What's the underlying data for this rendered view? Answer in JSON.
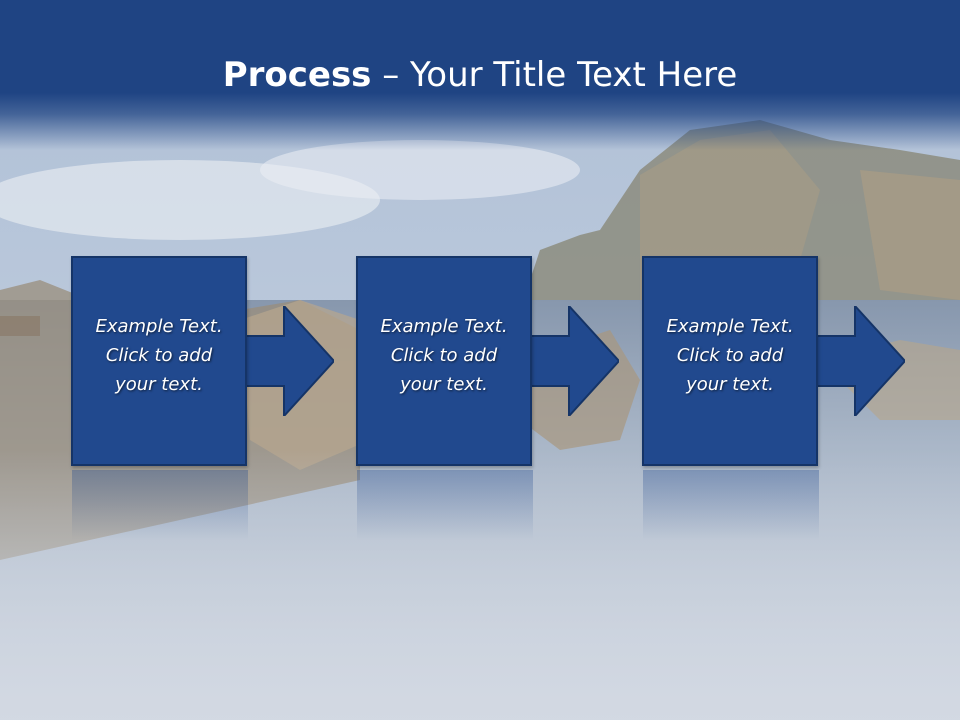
{
  "slide": {
    "title_bold": "Process",
    "title_rest": " – Your Title Text Here",
    "steps": [
      {
        "text": "Example Text.\nClick  to add\nyour text."
      },
      {
        "text": "Example Text.\nClick  to add\nyour text."
      },
      {
        "text": "Example Text.\nClick  to add\nyour text."
      }
    ],
    "colors": {
      "title_band": "#1f4483",
      "box_fill": "#21498e",
      "box_border": "#153467",
      "text": "#ffffff"
    }
  }
}
